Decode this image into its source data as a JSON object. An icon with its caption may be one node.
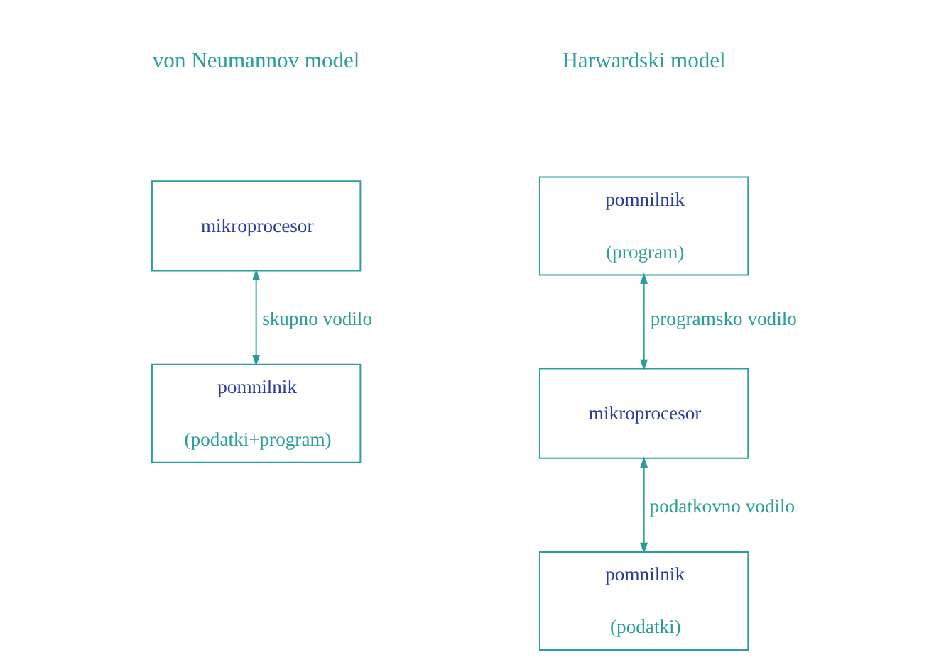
{
  "diagram": {
    "nodes": [
      {
        "text": [
          "mikroprocesor"
        ]
      },
      {
        "text": [
          "pomnilnik",
          "(podatki+program)"
        ]
      },
      {
        "text": [
          "pomnilnik",
          "(program)"
        ]
      },
      {
        "text": [
          "mikroprocesor"
        ]
      },
      {
        "text": [
          "pomnilnik",
          "(podatki)"
        ]
      }
    ],
    "edges": [
      {
        "from": 0,
        "to": 1,
        "arrow": "both",
        "label": "skupno vodilo"
      },
      {
        "from": 2,
        "to": 3,
        "arrow": "both",
        "label": "programsko vodilo"
      },
      {
        "from": 3,
        "to": 4,
        "arrow": "both",
        "label": "podatkovno vodilo"
      }
    ],
    "labels": [
      "von Neumannov model",
      "Harwardski model"
    ]
  }
}
